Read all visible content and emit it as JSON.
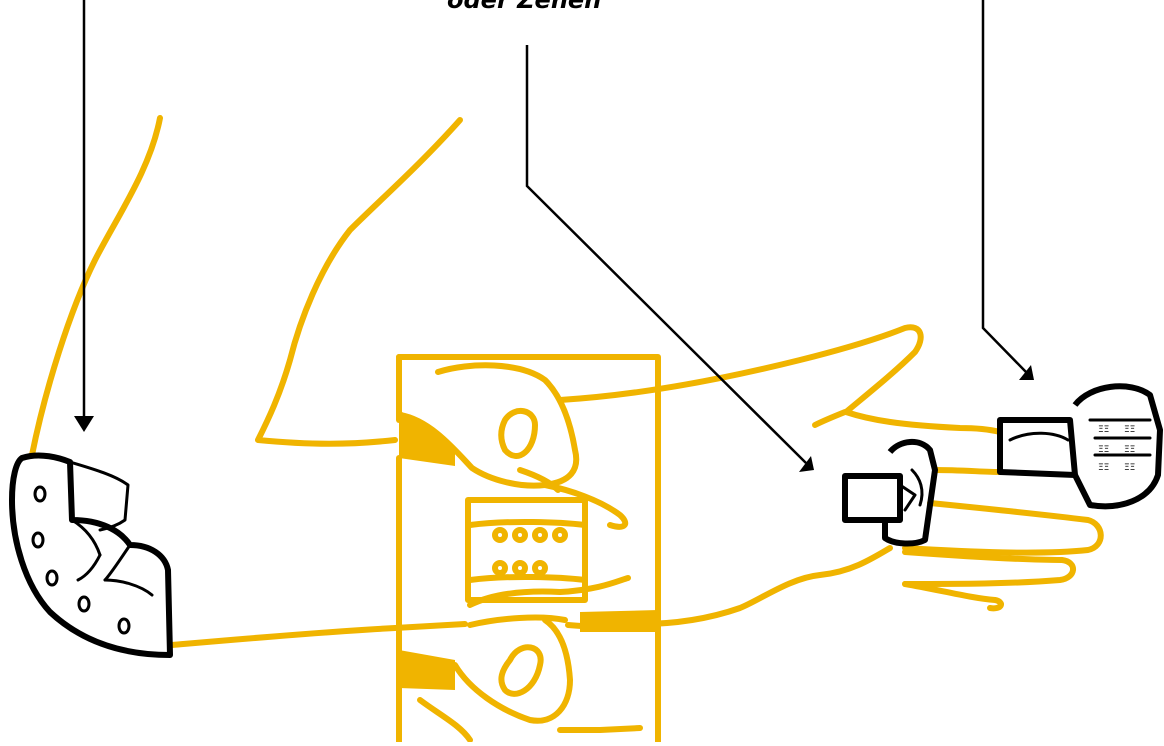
{
  "labels": {
    "middle": "oder Zehen"
  },
  "icons": {
    "elbow_pad": "elbow-pad-icon",
    "finger_ring_small": "finger-ring-icon",
    "finger_ring_large": "finger-ring-icon",
    "arm_figure": "arm-hand-illustration",
    "gripping_hands": "gripping-hands-illustration"
  },
  "colors": {
    "outline": "#f0b400",
    "ink": "#000000",
    "background": "#ffffff"
  }
}
